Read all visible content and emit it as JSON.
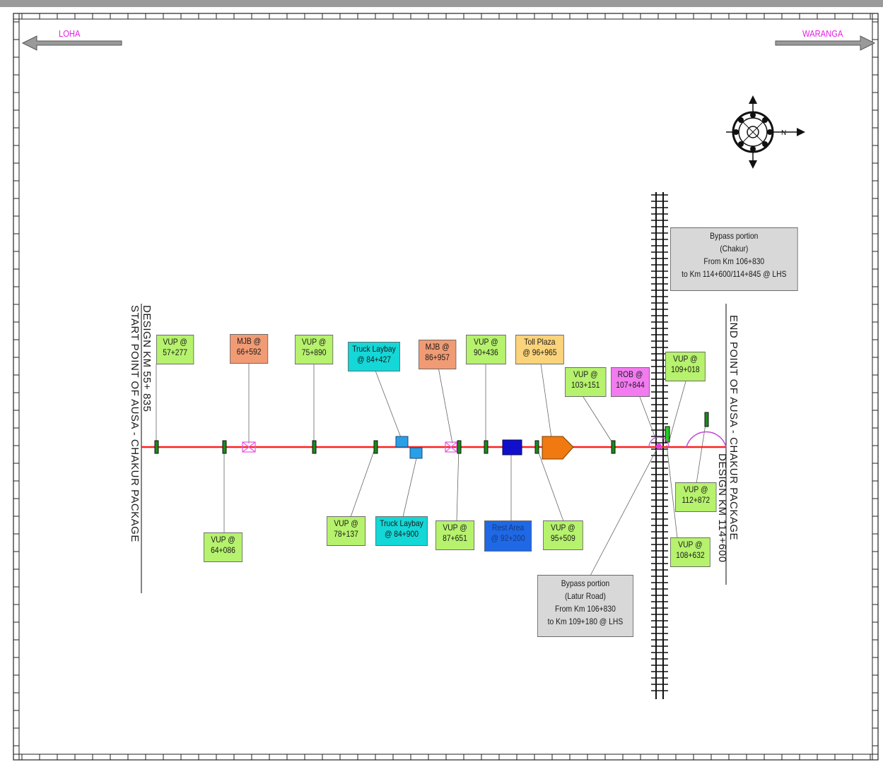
{
  "directions": {
    "left": "LOHA",
    "right": "WARANGA"
  },
  "start_point": {
    "line1": "DESIGN KM 55+ 835",
    "line2": "START POINT OF AUSA - CHAKUR PACKAGE"
  },
  "end_point": {
    "line1": "END POINT OF AUSA - CHAKUR PACKAGE",
    "line2": "DESIGN KM 114+600"
  },
  "labels": {
    "vup_57": [
      "VUP @",
      "57+277"
    ],
    "vup_64": [
      "VUP @",
      "64+086"
    ],
    "mjb_66": [
      "MJB @",
      "66+592"
    ],
    "vup_75": [
      "VUP @",
      "75+890"
    ],
    "vup_78": [
      "VUP @",
      "78+137"
    ],
    "truck_84_427": [
      "Truck Laybay",
      "@ 84+427"
    ],
    "truck_84_900": [
      "Truck Laybay",
      "@ 84+900"
    ],
    "mjb_86": [
      "MJB @",
      "86+957"
    ],
    "vup_87": [
      "VUP @",
      "87+651"
    ],
    "vup_90": [
      "VUP @",
      "90+436"
    ],
    "rest_92": [
      "Rest Area",
      "@ 92+200"
    ],
    "toll_96": [
      "Toll Plaza",
      "@ 96+965"
    ],
    "vup_95": [
      "VUP @",
      "95+509"
    ],
    "vup_103": [
      "VUP @",
      "103+151"
    ],
    "rob_107": [
      "ROB @",
      "107+844"
    ],
    "vup_109": [
      "VUP @",
      "109+018"
    ],
    "vup_112": [
      "VUP @",
      "112+872"
    ],
    "vup_108": [
      "VUP @",
      "108+632"
    ],
    "bypass_chakur": [
      "Bypass portion",
      "(Chakur)",
      "From Km 106+830",
      "to Km 114+600/114+845 @ LHS"
    ],
    "bypass_latur": [
      "Bypass portion",
      "(Latur Road)",
      "From Km 106+830",
      "to Km 109+180 @ LHS"
    ]
  },
  "compass": {
    "north": "N"
  },
  "colors": {
    "road": "#ff2020",
    "vup": "#b6f26d",
    "mjb": "#f19b74",
    "truck_laybay": "#14d7d7",
    "toll_plaza": "#fbd37a",
    "rob": "#f27bf0",
    "rest_area": "#1f68e6",
    "bypass": "#d8d8d8",
    "direction_text": "#e31fe3"
  }
}
